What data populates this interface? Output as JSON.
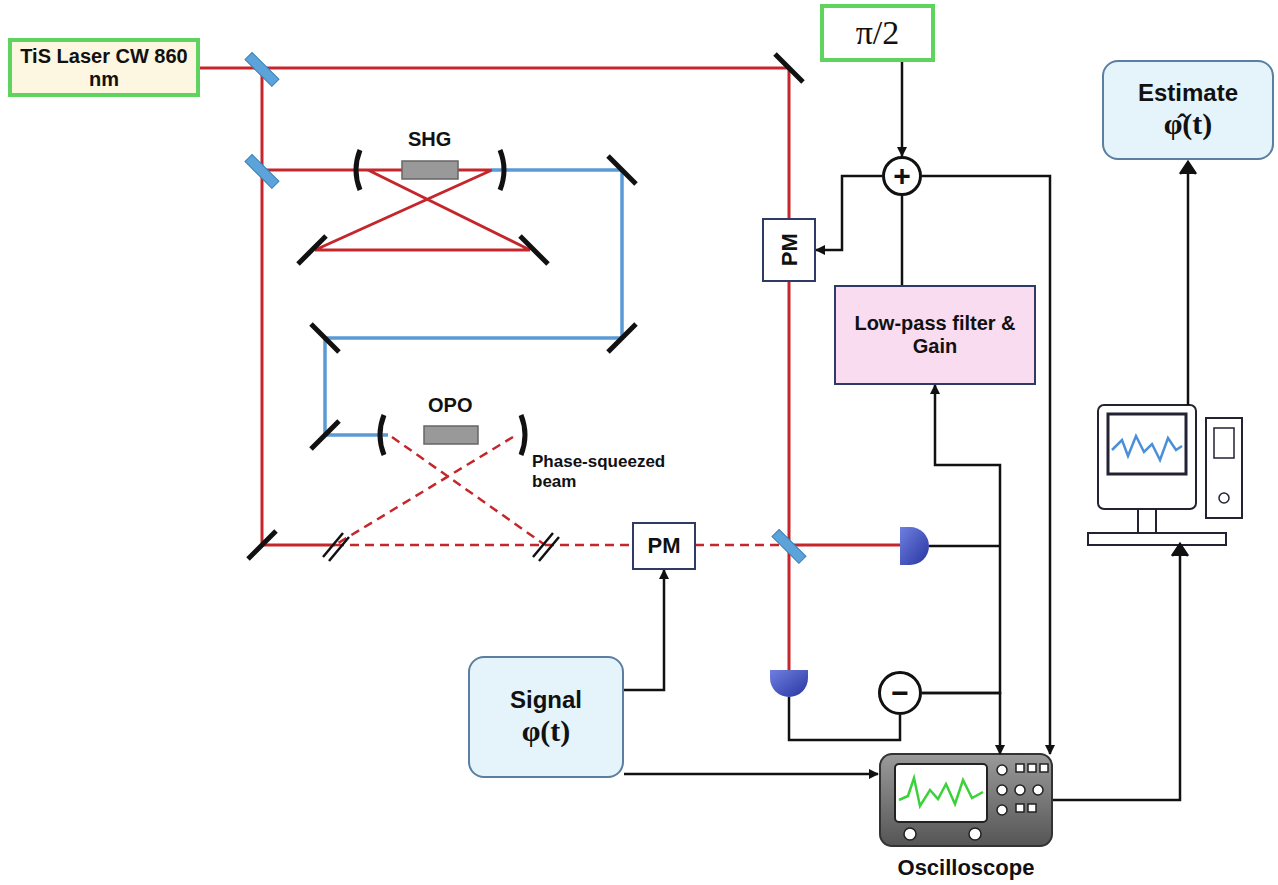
{
  "diagram": {
    "nodes": [
      {
        "text": [
          "TiS Laser CW 860 nm"
        ]
      },
      {
        "text": [
          "π/2"
        ]
      },
      {
        "text": [
          "+"
        ]
      },
      {
        "text": [
          "PM"
        ]
      },
      {
        "text": [
          "Low-pass filter & Gain"
        ]
      },
      {
        "text": [
          "Estimate",
          "φ̂(t)"
        ]
      },
      {
        "text": [
          "PM"
        ]
      },
      {
        "text": [
          "−"
        ]
      },
      {
        "text": [
          "Signal",
          "φ(t)"
        ]
      },
      {
        "text": [
          "Oscilloscope"
        ]
      }
    ],
    "edges": [
      {
        "from": 1,
        "to": 2,
        "arrow": "to"
      },
      {
        "from": 2,
        "to": 3,
        "arrow": "to"
      },
      {
        "from": 4,
        "to": 2,
        "arrow": "none"
      },
      {
        "from": 2,
        "to": 9,
        "arrow": "to"
      },
      {
        "from": 7,
        "to": 9,
        "arrow": "to"
      },
      {
        "from": 7,
        "to": 4,
        "arrow": "to"
      },
      {
        "from": 8,
        "to": 6,
        "arrow": "to"
      },
      {
        "from": 8,
        "to": 9,
        "arrow": "to"
      }
    ],
    "labels": [
      "SHG",
      "OPO",
      "Phase-squeezed beam"
    ]
  }
}
